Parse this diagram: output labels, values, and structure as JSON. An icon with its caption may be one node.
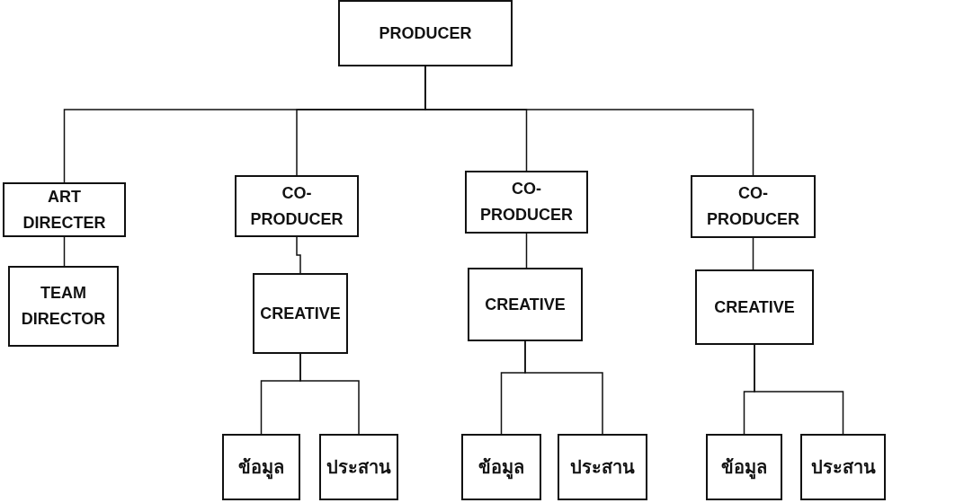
{
  "diagram": {
    "nodes": [
      {
        "text": [
          "PRODUCER"
        ]
      },
      {
        "text": [
          "ART DIRECTER"
        ]
      },
      {
        "text": [
          "CO-PRODUCER"
        ]
      },
      {
        "text": [
          "CO-PRODUCER"
        ]
      },
      {
        "text": [
          "CO-PRODUCER"
        ]
      },
      {
        "text": [
          "TEAM DIRECTOR"
        ]
      },
      {
        "text": [
          "CREATIVE"
        ]
      },
      {
        "text": [
          "CREATIVE"
        ]
      },
      {
        "text": [
          "CREATIVE"
        ]
      },
      {
        "text": [
          "ข้อมูล"
        ]
      },
      {
        "text": [
          "ประสาน"
        ]
      },
      {
        "text": [
          "ข้อมูล"
        ]
      },
      {
        "text": [
          "ประสาน"
        ]
      },
      {
        "text": [
          "ข้อมูล"
        ]
      },
      {
        "text": [
          "ประสาน"
        ]
      }
    ],
    "edges": [
      {
        "from": 0,
        "to": 1,
        "arrow": "none"
      },
      {
        "from": 0,
        "to": 2,
        "arrow": "none"
      },
      {
        "from": 0,
        "to": 3,
        "arrow": "none"
      },
      {
        "from": 0,
        "to": 4,
        "arrow": "none"
      },
      {
        "from": 1,
        "to": 5,
        "arrow": "none"
      },
      {
        "from": 2,
        "to": 6,
        "arrow": "none"
      },
      {
        "from": 3,
        "to": 7,
        "arrow": "none"
      },
      {
        "from": 4,
        "to": 8,
        "arrow": "none"
      },
      {
        "from": 6,
        "to": 9,
        "arrow": "none"
      },
      {
        "from": 6,
        "to": 10,
        "arrow": "none"
      },
      {
        "from": 7,
        "to": 11,
        "arrow": "none"
      },
      {
        "from": 7,
        "to": 12,
        "arrow": "none"
      },
      {
        "from": 8,
        "to": 13,
        "arrow": "none"
      },
      {
        "from": 8,
        "to": 14,
        "arrow": "none"
      }
    ]
  }
}
